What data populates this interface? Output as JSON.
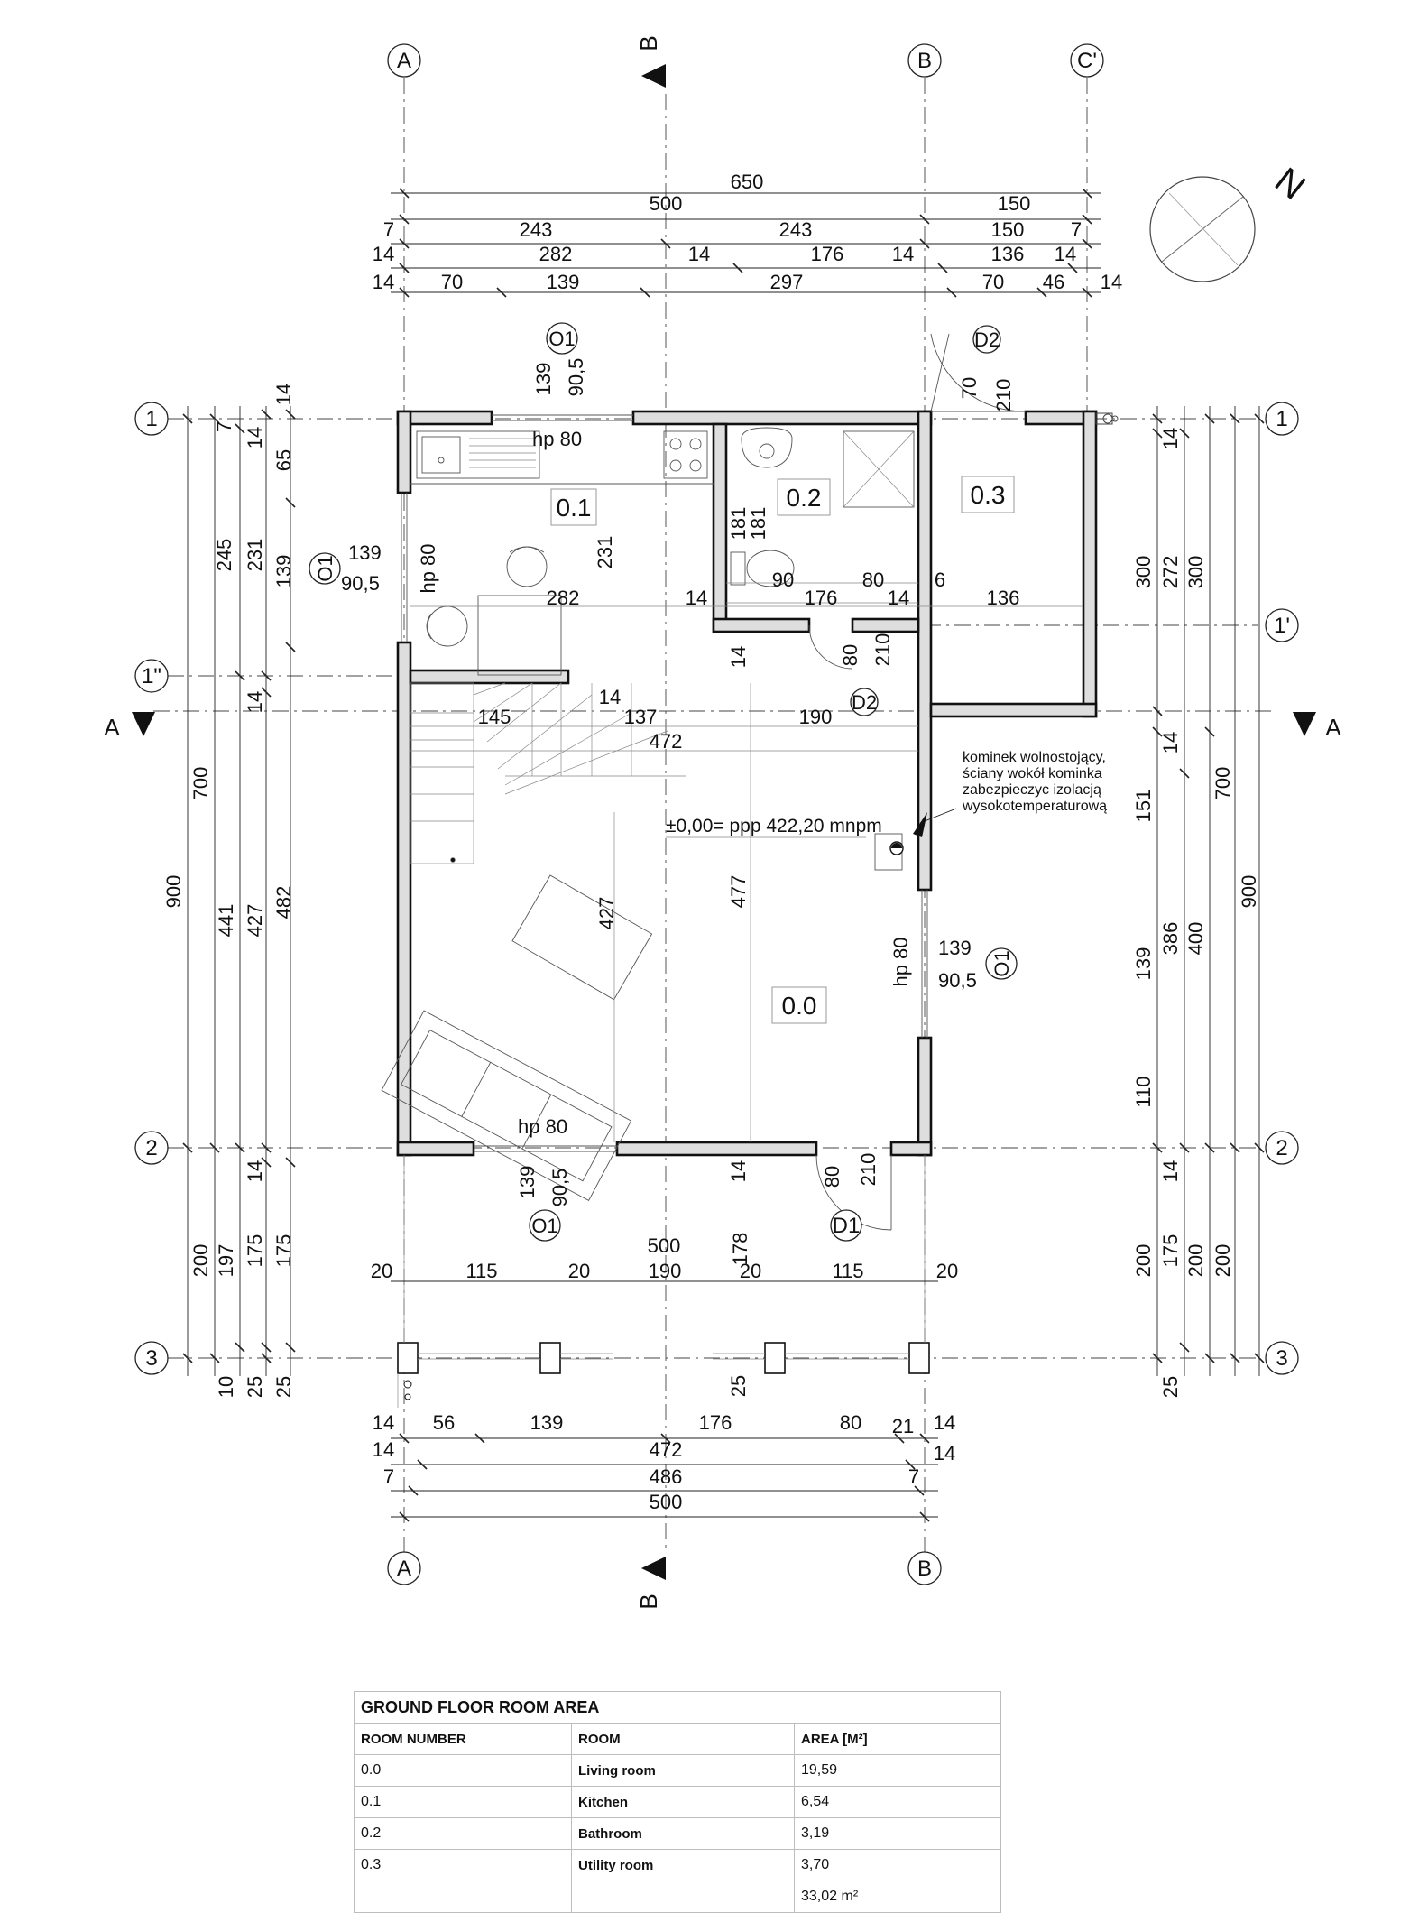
{
  "axes": {
    "A": "A",
    "B": "B",
    "C_prime": "C'",
    "r1": "1",
    "r1_prime": "1'",
    "r1_dbl": "1\"",
    "r2": "2",
    "r3": "3",
    "section_A": "A",
    "section_B": "B"
  },
  "north": "N",
  "top_dims": {
    "row1": [
      "650"
    ],
    "row2": [
      "500",
      "150"
    ],
    "row3": [
      "7",
      "243",
      "243",
      "150",
      "7"
    ],
    "row4": [
      "14",
      "282",
      "14",
      "176",
      "14",
      "136",
      "14"
    ],
    "row5": [
      "14",
      "70",
      "139",
      "297",
      "70",
      "46",
      "14"
    ]
  },
  "bottom_dims": {
    "row1": [
      "14",
      "56",
      "139",
      "176",
      "80",
      "21",
      "14"
    ],
    "row2": [
      "14",
      "472",
      "14"
    ],
    "row3": [
      "7",
      "486",
      "7"
    ],
    "row4": [
      "500"
    ]
  },
  "left_dims": [
    "14",
    "7",
    "14",
    "65",
    "245",
    "231",
    "139",
    "14",
    "700",
    "900",
    "441",
    "427",
    "482",
    "14",
    "200",
    "197",
    "175",
    "175",
    "10",
    "25",
    "25"
  ],
  "right_dims": [
    "14",
    "300",
    "272",
    "300",
    "14",
    "151",
    "700",
    "900",
    "386",
    "400",
    "139",
    "110",
    "14",
    "200",
    "175",
    "200",
    "200",
    "25"
  ],
  "rooms": {
    "r00": "0.0",
    "r01": "0.1",
    "r02": "0.2",
    "r03": "0.3"
  },
  "openings": {
    "o1": "O1",
    "d1": "D1",
    "d2": "D2",
    "w139": "139",
    "w905": "90,5",
    "hp80": "hp 80",
    "d70": "70",
    "d80": "80",
    "d210": "210"
  },
  "inner_dims": {
    "k282": "282",
    "k14a": "14",
    "k176": "176",
    "k14b": "14",
    "k136": "136",
    "k231": "231",
    "k181a": "181",
    "k181b": "181",
    "k90": "90",
    "k80": "80",
    "k6": "6",
    "s145": "145",
    "s14": "14",
    "s137": "137",
    "s190": "190",
    "s472": "472",
    "l427": "427",
    "l477": "477",
    "v14a": "14",
    "v14b": "14",
    "t500": "500",
    "t178": "178",
    "t25": "25",
    "t20a": "20",
    "t115a": "115",
    "t20b": "20",
    "t190": "190",
    "t20c": "20",
    "t115b": "115",
    "t20d": "20"
  },
  "level_note": "±0,00= ppp 422,20 mnpm",
  "fireplace_note": [
    "kominek wolnostojący,",
    "ściany wokół kominka",
    "zabezpieczyc izolacją",
    "wysokotemperaturową"
  ],
  "area_table": {
    "title": "GROUND FLOOR ROOM AREA",
    "headers": [
      "ROOM NUMBER",
      "ROOM",
      "AREA [M²]"
    ],
    "rows": [
      [
        "0.0",
        "Living room",
        "19,59"
      ],
      [
        "0.1",
        "Kitchen",
        "6,54"
      ],
      [
        "0.2",
        "Bathroom",
        "3,19"
      ],
      [
        "0.3",
        "Utility room",
        "3,70"
      ]
    ],
    "total": "33,02 m²"
  }
}
